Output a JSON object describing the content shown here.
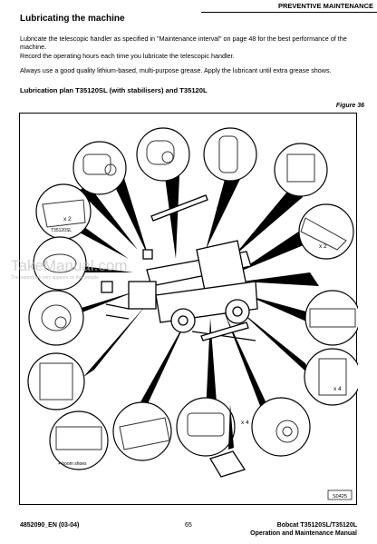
{
  "header": {
    "section": "PREVENTIVE MAINTENANCE"
  },
  "page": {
    "title": "Lubricating the machine",
    "paragraphs": [
      "Lubricate the telescopic handler as specified in \"Maintenance interval\" on page 48 for the best performance of the machine.",
      "Record the operating hours each time you lubricate the telescopic handler.",
      "Always use a good quality lithium-based, multi-purpose grease. Apply the lubricant until extra grease shows."
    ],
    "subtitle": "Lubrication plan T35120SL (with stabilisers) and T35120L",
    "figure_label": "Figure 36"
  },
  "figure": {
    "callouts": [
      "x 2",
      "T35120SL",
      "x 2",
      "x 4",
      "x 4",
      "+ boom shoes"
    ],
    "code": "S0425"
  },
  "watermark": {
    "brand": "TakeManual.com",
    "note": "The watermark only appears on this sample"
  },
  "footer": {
    "doc_id": "4852090_EN (03-04)",
    "page_number": "65",
    "model": "Bobcat T35120SL/T35120L",
    "manual": "Operation and Maintenance Manual"
  }
}
